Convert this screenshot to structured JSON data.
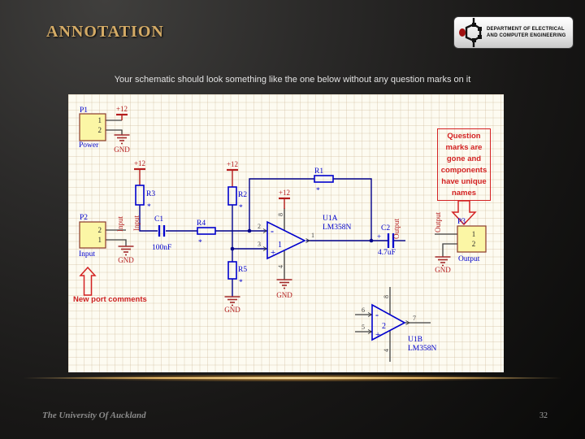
{
  "slide": {
    "title": "ANNOTATION",
    "subtitle": "Your schematic should look something like the one below without any question marks on it",
    "footer": "The University Of Auckland",
    "page_number": "32",
    "logo": {
      "line1": "DEPARTMENT OF ELECTRICAL",
      "line2": "AND COMPUTER ENGINEERING"
    }
  },
  "annotations": {
    "question_box": {
      "lines": [
        "Question",
        "marks are",
        "gone and",
        "components",
        "have unique",
        "names"
      ]
    },
    "port_comment": "New port comments"
  },
  "schematic": {
    "power_label": "+12",
    "gnd_label": "GND",
    "net_input": "Input",
    "net_output": "Output",
    "connectors": {
      "p1": {
        "ref": "P1",
        "comment": "Power",
        "pin_top": "1",
        "pin_bottom": "2"
      },
      "p2": {
        "ref": "P2",
        "comment": "Input",
        "pin_top": "2",
        "pin_bottom": "1"
      },
      "p3": {
        "ref": "P3",
        "comment": "Output",
        "pin_top": "1",
        "pin_bottom": "2"
      }
    },
    "resistors": {
      "r1": {
        "ref": "R1",
        "value": "*"
      },
      "r2": {
        "ref": "R2",
        "value": "*"
      },
      "r3": {
        "ref": "R3",
        "value": "*"
      },
      "r4": {
        "ref": "R4",
        "value": "*"
      },
      "r5": {
        "ref": "R5",
        "value": "*"
      }
    },
    "capacitors": {
      "c1": {
        "ref": "C1",
        "value": "100nF"
      },
      "c2": {
        "ref": "C2",
        "value": "4.7uF",
        "polarity": "+"
      }
    },
    "opamps": {
      "u1a": {
        "ref": "U1A",
        "part": "LM358N",
        "channel": "1",
        "minus": "-",
        "plus": "+",
        "pin_inv": "2",
        "pin_noninv": "3",
        "pin_out": "1",
        "pin_vcc": "8",
        "pin_vee": "4"
      },
      "u1b": {
        "ref": "U1B",
        "part": "LM358N",
        "channel": "2",
        "minus": "-",
        "plus": "+",
        "pin_inv": "6",
        "pin_noninv": "5",
        "pin_out": "7",
        "pin_vcc": "8",
        "pin_vee": "4"
      }
    },
    "colors": {
      "wire": "#00008b",
      "component": "#0000cd",
      "power": "#b41c1c",
      "annotation": "#d32222",
      "connector_fill": "#fbf6a5",
      "accent_gold": "#d4ab66"
    }
  }
}
